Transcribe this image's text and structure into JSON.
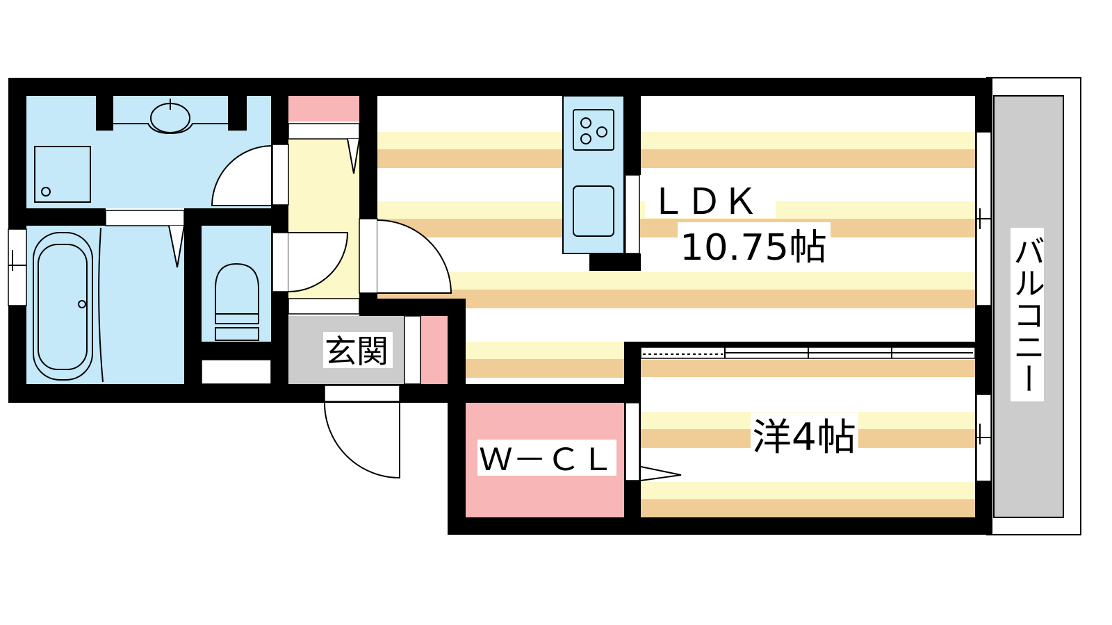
{
  "rooms": {
    "ldk_label": "ＬＤＫ",
    "ldk_size": "10.75帖",
    "genkan": "玄関",
    "wcl": "Ｗ－ＣＬ",
    "western_room": "洋4帖",
    "balcony": "バルコニー"
  },
  "colors": {
    "wall": "#000000",
    "wet_area": "#c5e9f8",
    "closet": "#f8b6b6",
    "hall": "#fdf8c8",
    "floor_light": "#fdf8c8",
    "floor_dark": "#f0cc96",
    "genkan": "#cccccc",
    "balcony": "#cccccc"
  },
  "icons": [
    "washbasin-icon",
    "washing-machine-icon",
    "bathtub-icon",
    "toilet-icon",
    "stove-icon",
    "sink-icon"
  ]
}
